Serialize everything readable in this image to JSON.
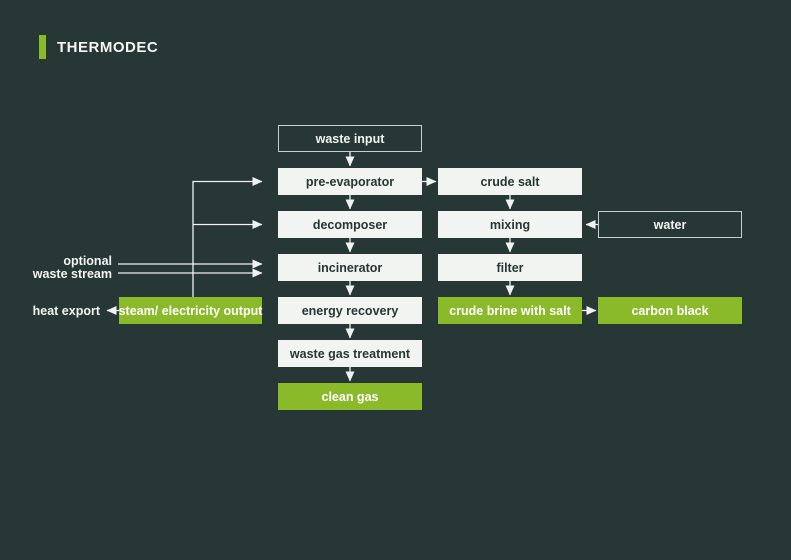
{
  "title": "THERMODEC",
  "colors": {
    "background": "#263735",
    "accent_green": "#8aba2a",
    "box_white": "#f2f4f1",
    "line_white": "#eef2f0"
  },
  "nodes": {
    "waste_input": "waste input",
    "pre_evaporator": "pre-evaporator",
    "decomposer": "decomposer",
    "incinerator": "incinerator",
    "energy_recovery": "energy recovery",
    "waste_gas_treatment": "waste gas treatment",
    "clean_gas": "clean gas",
    "crude_salt": "crude salt",
    "mixing": "mixing",
    "filter": "filter",
    "crude_brine_with_salt": "crude brine with salt",
    "water": "water",
    "carbon_black": "carbon black",
    "steam_electricity_output": "steam/ electricity output"
  },
  "labels": {
    "optional_waste_stream_line1": "optional",
    "optional_waste_stream_line2": "waste stream",
    "heat_export": "heat export"
  }
}
